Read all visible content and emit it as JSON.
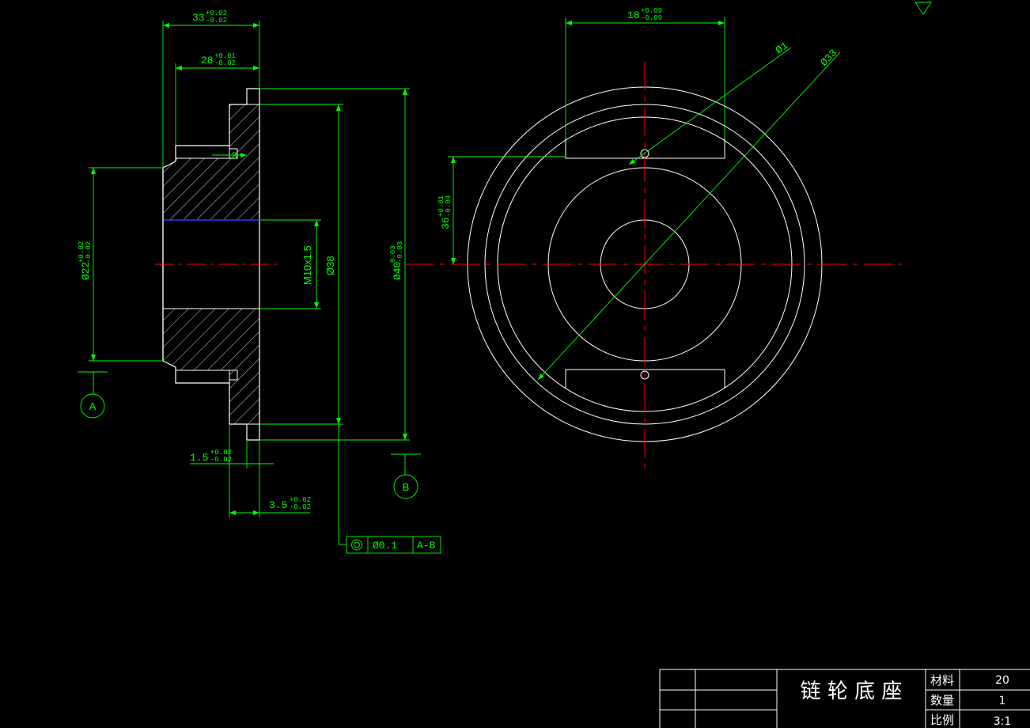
{
  "side_view": {
    "dim_33": "33",
    "dim_33_tol_up": "+0.02",
    "dim_33_tol_lo": "-0.02",
    "dim_28": "28",
    "dim_28_tol_up": "+0.01",
    "dim_28_tol_lo": "-0.02",
    "dim_3": "3",
    "dim_phi22": "Ø22",
    "dim_phi22_tol_up": "+0.02",
    "dim_phi22_tol_lo": "-0.02",
    "dim_thread": "M10x1.5",
    "dim_phi38": "Ø38",
    "dim_phi40": "Ø40",
    "dim_phi40_tol_up": "0.03",
    "dim_phi40_tol_lo": "-0.03",
    "dim_1_5": "1.5",
    "dim_1_5_tol_up": "+0.02",
    "dim_1_5_tol_lo": "-0.02",
    "dim_3_5": "3.5",
    "dim_3_5_tol_up": "+0.02",
    "dim_3_5_tol_lo": "-0.02",
    "datum_a": "A",
    "datum_b": "B",
    "gdt_tolerance": "Ø0.1",
    "gdt_datum": "A-B"
  },
  "front_view": {
    "dim_18": "18",
    "dim_18_tol_up": "+0.09",
    "dim_18_tol_lo": "-0.09",
    "dim_36": "36",
    "dim_36_tol_up": "+0.01",
    "dim_36_tol_lo": "-0.04",
    "dim_phi1": "Ø1",
    "dim_phi33": "Ø33"
  },
  "title_block": {
    "part_name": "链 轮 底 座",
    "material_label": "材料",
    "material_value": "20",
    "quantity_label": "数量",
    "quantity_value": "1",
    "scale_label": "比例",
    "scale_value": "3:1"
  },
  "colors": {
    "background": "#000000",
    "dimension": "#00ff00",
    "outline": "#ffffff",
    "centerline": "#ff0000",
    "bore_edge": "#3333ff"
  }
}
